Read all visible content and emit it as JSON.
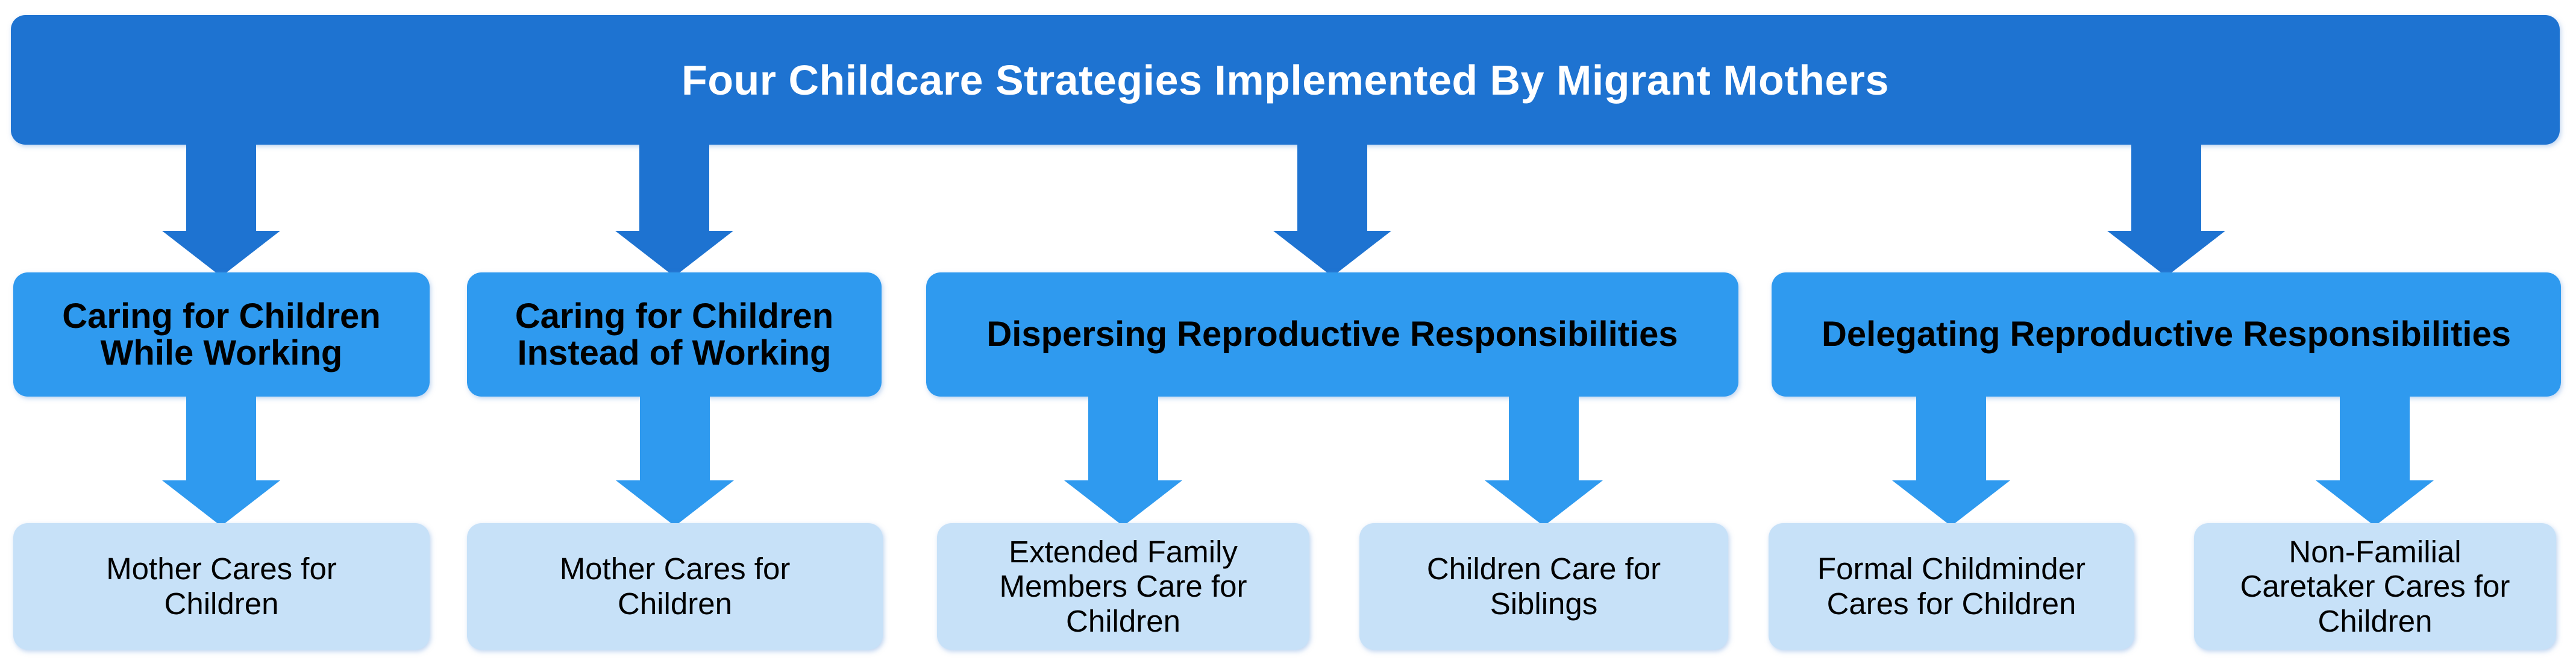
{
  "diagram": {
    "title": "Four Childcare Strategies Implemented By Migrant Mothers",
    "colors": {
      "banner": "#1E73D1",
      "strategy": "#2F9AEF",
      "outcome": "#C7E1F8",
      "title_text": "#FFFFFF",
      "node_text": "#000000"
    },
    "strategies": [
      {
        "label": "Caring for Children\nWhile Working",
        "outcomes": [
          "Mother Cares for\nChildren"
        ]
      },
      {
        "label": "Caring for Children\nInstead of Working",
        "outcomes": [
          "Mother Cares for\nChildren"
        ]
      },
      {
        "label": "Dispersing Reproductive Responsibilities",
        "outcomes": [
          "Extended Family\nMembers Care for\nChildren",
          "Children Care for\nSiblings"
        ]
      },
      {
        "label": "Delegating Reproductive Responsibilities",
        "outcomes": [
          "Formal Childminder\nCares for Children",
          "Non-Familial\nCaretaker Cares for\nChildren"
        ]
      }
    ]
  }
}
